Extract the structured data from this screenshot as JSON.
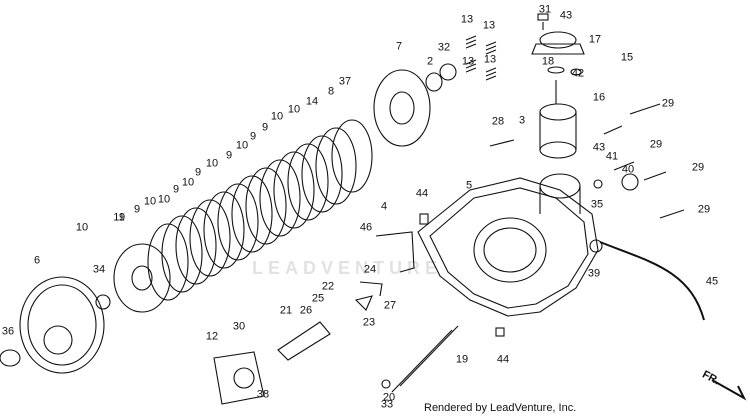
{
  "credit": "Rendered by LeadVenture, Inc.",
  "watermark": "LEADVENTURE",
  "direction_label": "FR.",
  "callouts": [
    "31",
    "43",
    "13",
    "13",
    "17",
    "15",
    "32",
    "2",
    "7",
    "13",
    "13",
    "18",
    "42",
    "16",
    "29",
    "8",
    "37",
    "14",
    "10",
    "28",
    "3",
    "43",
    "29",
    "10",
    "9",
    "9",
    "10",
    "9",
    "10",
    "41",
    "29",
    "9",
    "10",
    "40",
    "9",
    "10",
    "35",
    "44",
    "5",
    "10",
    "9",
    "29",
    "9",
    "10",
    "4",
    "11",
    "46",
    "6",
    "34",
    "24",
    "39",
    "45",
    "27",
    "12",
    "30",
    "21",
    "26",
    "25",
    "23",
    "22",
    "36",
    "20",
    "19",
    "44",
    "38",
    "33"
  ]
}
